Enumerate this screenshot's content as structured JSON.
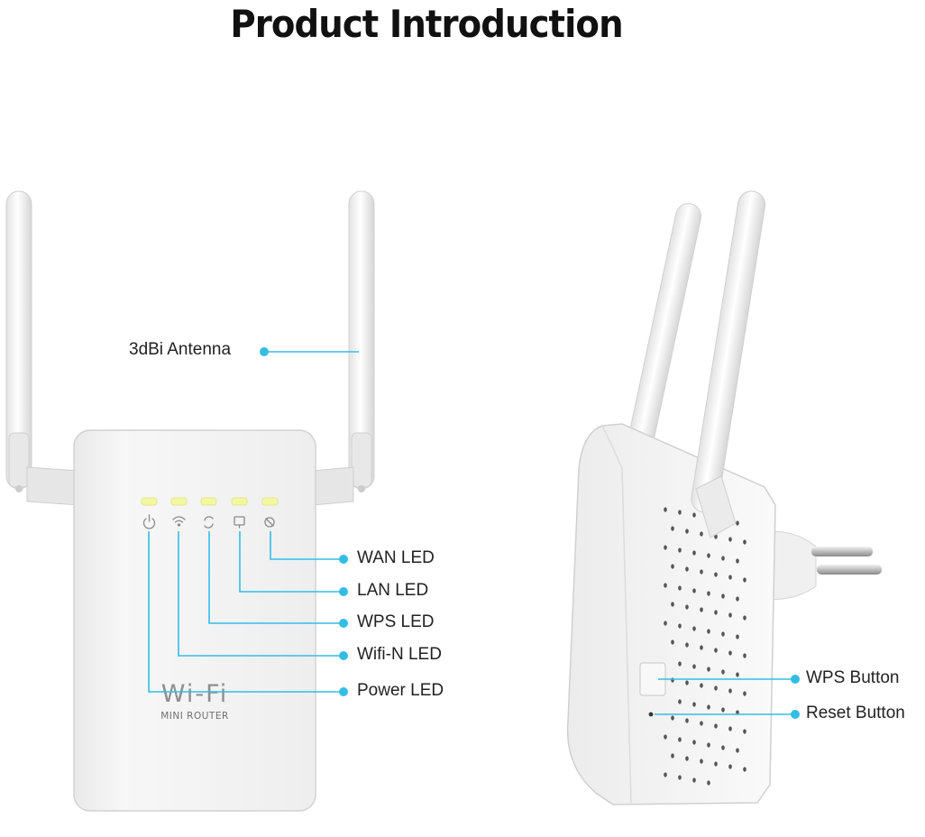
{
  "title": "Product Introduction",
  "front_unit": {
    "logo_text": "Wi-Fi",
    "sub_text": "MINI ROUTER"
  },
  "callouts": {
    "antenna": "3dBi Antenna",
    "wan_led": "WAN LED",
    "lan_led": "LAN LED",
    "wps_led": "WPS LED",
    "wifi_led": "Wifi-N LED",
    "power_led": "Power LED",
    "wps_button": "WPS Button",
    "reset_button": "Reset Button"
  },
  "colors": {
    "callout_line": "#34bde4",
    "led": "#f4f7a0",
    "device_body": "#f4f4f4"
  },
  "icons": [
    "power-icon",
    "wifi-icon",
    "wps-icon",
    "lan-icon",
    "wan-icon"
  ]
}
